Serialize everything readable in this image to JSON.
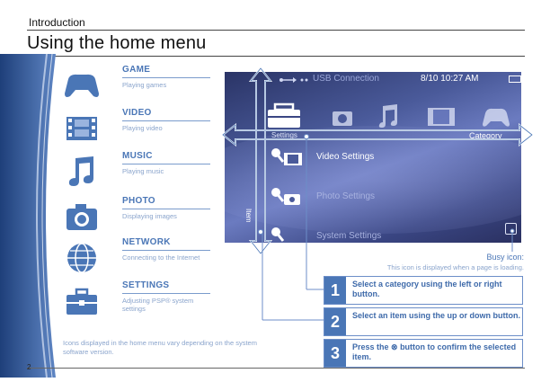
{
  "header": {
    "section": "Introduction",
    "title": "Using the home menu"
  },
  "categories": [
    {
      "name": "GAME",
      "desc": "Playing games",
      "icon": "gamepad-icon"
    },
    {
      "name": "VIDEO",
      "desc": "Playing video",
      "icon": "film-icon"
    },
    {
      "name": "MUSIC",
      "desc": "Playing music",
      "icon": "music-note-icon"
    },
    {
      "name": "PHOTO",
      "desc": "Displaying images",
      "icon": "camera-icon"
    },
    {
      "name": "NETWORK",
      "desc": "Connecting to the Internet",
      "icon": "globe-icon"
    },
    {
      "name": "SETTINGS",
      "desc": "Adjusting PSP® system settings",
      "icon": "toolbox-icon"
    }
  ],
  "footnote": "Icons displayed in the home menu vary depending on the system software version.",
  "page_number": "2",
  "screen": {
    "usb_text": "USB Connection",
    "clock": "8/10 10:27 AM",
    "settings_label": "Settings",
    "category_label": "Category",
    "item_label": "Item",
    "items": [
      "Video Settings",
      "Photo Settings",
      "System Settings"
    ]
  },
  "busy": {
    "title": "Busy icon:",
    "desc": "This icon is displayed when a page is loading."
  },
  "steps": [
    {
      "num": "1",
      "text": "Select a category using the left or right button."
    },
    {
      "num": "2",
      "text": "Select an item using the up or down button."
    },
    {
      "num": "3",
      "text": "Press the ⊗ button to confirm the selected item."
    }
  ],
  "colors": {
    "accent": "#4a76b6",
    "light_accent": "#8aa4cc"
  }
}
